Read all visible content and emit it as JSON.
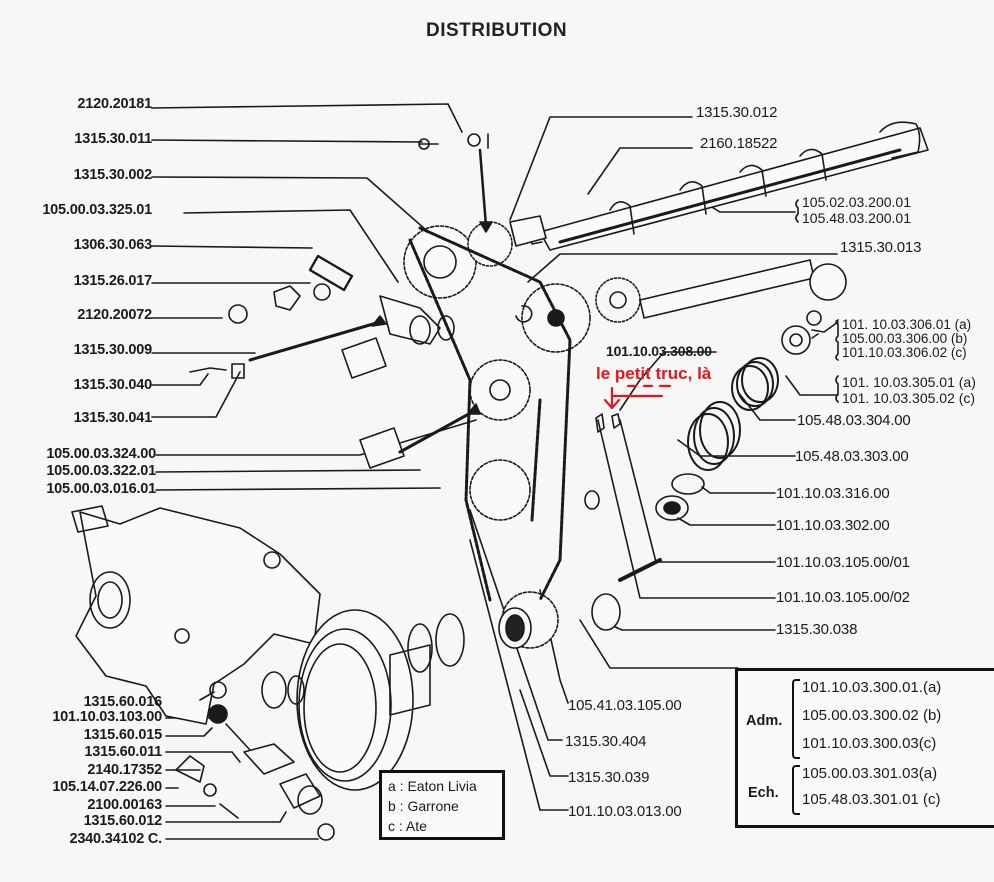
{
  "title": "DISTRIBUTION",
  "annotation": {
    "text": "le petit truc, là",
    "color": "#e8141c"
  },
  "labels_left_top": [
    "2120.20181",
    "1315.30.011",
    "1315.30.002",
    "105.00.03.325.01",
    "1306.30.063",
    "1315.26.017",
    "2120.20072",
    "1315.30.009",
    "1315.30.040",
    "1315.30.041",
    "105.00.03.324.00",
    "105.00.03.322.01",
    "105.00.03.016.01"
  ],
  "labels_left_bottom": [
    "1315.60.016",
    "101.10.03.103.00",
    "1315.60.015",
    "1315.60.011",
    "2140.17352",
    "105.14.07.226.00",
    "2100.00163",
    "1315.60.012",
    "2340.34102 C."
  ],
  "labels_right": {
    "top1": "1315.30.012",
    "top2": "2160.18522",
    "camshaft": [
      "105.02.03.200.01",
      "105.48.03.200.01"
    ],
    "top3": "1315.30.013",
    "guide": "101.10.03.308.00",
    "cotter_group": [
      "101. 10.03.306.01 (a)",
      "105.00.03.306.00 (b)",
      "101.10.03.306.02 (c)"
    ],
    "seat_group": [
      "101. 10.03.305.01 (a)",
      "101. 10.03.305.02 (c)"
    ],
    "spring_inner": "105.48.03.304.00",
    "spring_outer": "105.48.03.303.00",
    "washer": "101.10.03.316.00",
    "seal": "101.10.03.302.00",
    "col1": "101.10.03.105.00/01",
    "col2": "101.10.03.105.00/02",
    "valve": "1315.30.038",
    "chain": "105.41.03.105.00",
    "b1": "1315.30.404",
    "b2": "1315.30.039",
    "b3": "101.10.03.013.00"
  },
  "legend": [
    "a : Eaton Livia",
    "b : Garrone",
    "c : Ate"
  ],
  "valve_table": {
    "groups": [
      {
        "name": "Adm.",
        "items": [
          "101.10.03.300.01.(a)",
          "105.00.03.300.02 (b)",
          "101.10.03.300.03(c)"
        ]
      },
      {
        "name": "Ech.",
        "items": [
          "105.00.03.301.03(a)",
          "105.48.03.301.01 (c)"
        ]
      }
    ]
  }
}
